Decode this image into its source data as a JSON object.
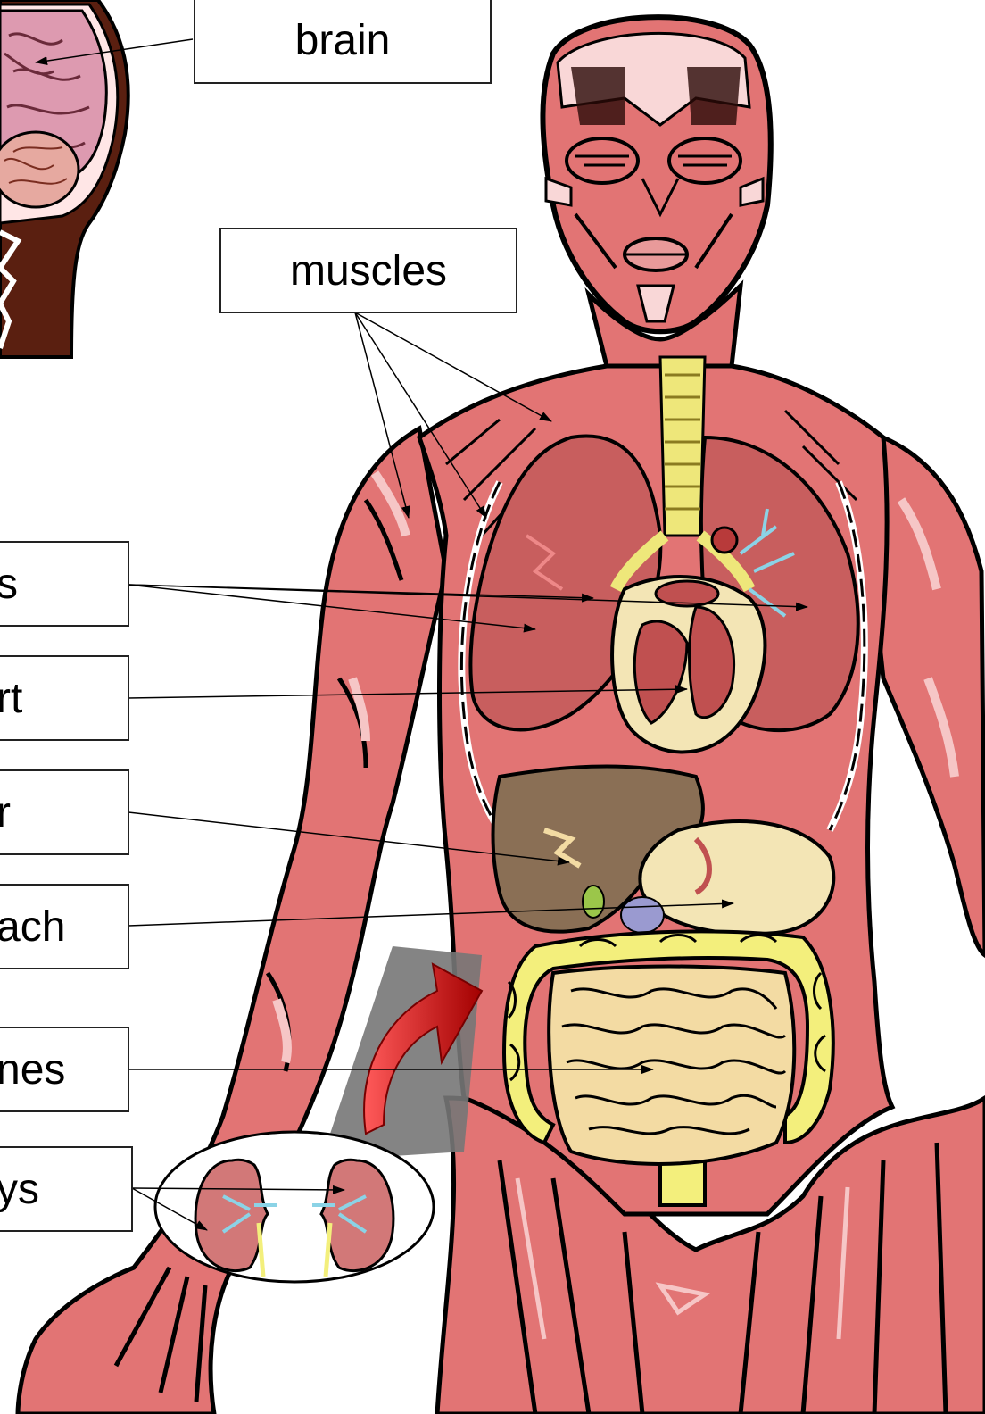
{
  "labels": {
    "brain": "brain",
    "muscles": "muscles",
    "lungs": "s",
    "heart": "rt",
    "liver": "r",
    "stomach": "ach",
    "intestines": "nes",
    "kidneys": "ys"
  },
  "colors": {
    "muscle": "#e27474",
    "muscle_light": "#f4c0c0",
    "lung": "#c85e5e",
    "liver": "#8a6f55",
    "trachea": "#eee77a",
    "intestine_small": "#f3dba3",
    "intestine_large": "#f3ef7c",
    "heart": "#f3e5b5",
    "outline": "#000000",
    "arrow_red": "#cc1111",
    "shadow_grey": "#777777"
  }
}
